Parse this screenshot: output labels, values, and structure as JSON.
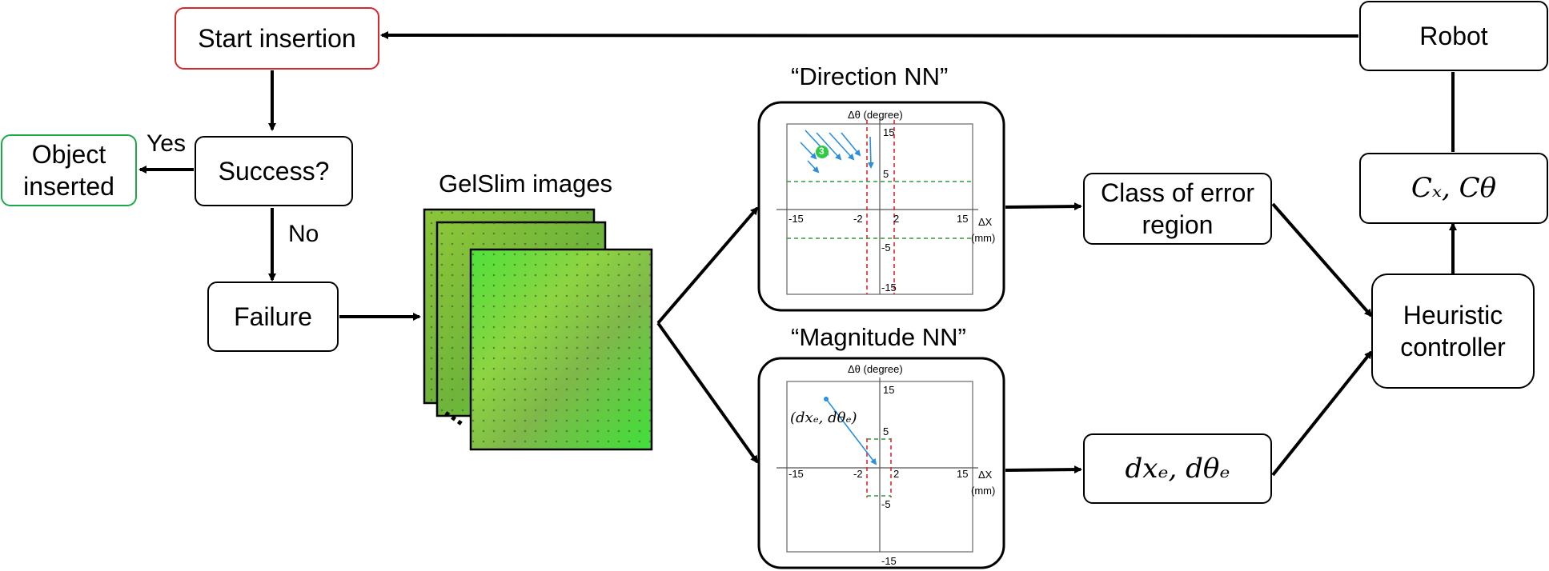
{
  "nodes": {
    "start": "Start insertion",
    "success": "Success?",
    "object_inserted": "Object inserted",
    "failure": "Failure",
    "robot": "Robot",
    "gains": "Cₓ, Cθ",
    "heuristic": "Heuristic controller",
    "class_region": "Class of error region",
    "dx_output": "dxₑ, dθₑ"
  },
  "edge_labels": {
    "yes": "Yes",
    "no": "No",
    "ellipsis": "..."
  },
  "images_title": "GelSlim images",
  "direction_nn": {
    "title": "“Direction NN”",
    "y_axis_label": "Δθ (degree)",
    "x_axis_label_1": "ΔX",
    "x_axis_label_2": "(mm)",
    "x_ticks": [
      "-15",
      "-2",
      "2",
      "15"
    ],
    "y_ticks": [
      "15",
      "5",
      "-5",
      "-15"
    ],
    "region_badge": "3"
  },
  "magnitude_nn": {
    "title": "“Magnitude NN”",
    "y_axis_label": "Δθ (degree)",
    "x_axis_label_1": "ΔX",
    "x_axis_label_2": "(mm)",
    "x_ticks": [
      "-15",
      "-2",
      "2",
      "15"
    ],
    "y_ticks": [
      "15",
      "5",
      "-5",
      "-15"
    ],
    "vector_label": "(dxₑ, dθₑ)"
  },
  "colors": {
    "red_border": "#d9262b",
    "green_border": "#1fa84a",
    "dashed_red": "#e0262b",
    "dashed_green": "#2e9c3c",
    "arrow_blue": "#2b8fe0",
    "badge_green": "#2ecc40",
    "gel_green": "#5fdc3a"
  }
}
